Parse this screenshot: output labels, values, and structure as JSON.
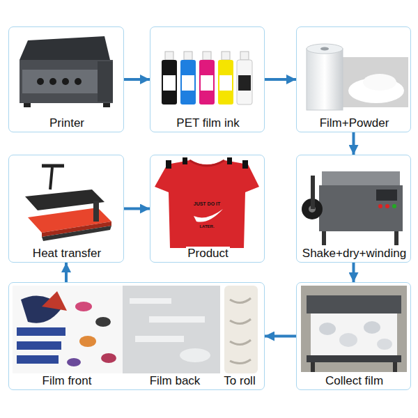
{
  "diagram": {
    "nodes": [
      {
        "text": [
          "Printer"
        ]
      },
      {
        "text": [
          "PET film ink"
        ]
      },
      {
        "text": [
          "Film+Powder"
        ]
      },
      {
        "text": [
          "Heat transfer"
        ]
      },
      {
        "text": [
          "Product"
        ]
      },
      {
        "text": [
          "Shake+dry+winding"
        ]
      },
      {
        "text": [
          "Film front",
          "Film back",
          "To roll"
        ]
      },
      {
        "text": [
          "Collect film"
        ]
      }
    ],
    "edges": [
      {
        "from": 0,
        "to": 1,
        "arrow": "to"
      },
      {
        "from": 1,
        "to": 2,
        "arrow": "to"
      },
      {
        "from": 2,
        "to": 5,
        "arrow": "to"
      },
      {
        "from": 5,
        "to": 7,
        "arrow": "to"
      },
      {
        "from": 7,
        "to": 6,
        "arrow": "to"
      },
      {
        "from": 6,
        "to": 3,
        "arrow": "to"
      },
      {
        "from": 3,
        "to": 4,
        "arrow": "to"
      }
    ],
    "labels": [
      "JUST DO IT",
      "LATER."
    ]
  }
}
